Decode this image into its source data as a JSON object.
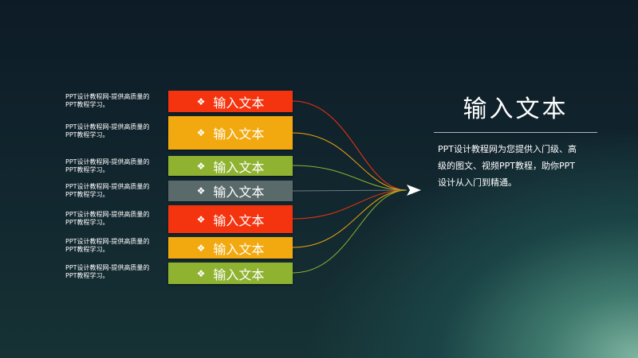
{
  "rows": [
    {
      "desc_line1": "PPT设计教程网-提供高质量的",
      "desc_line2": "PPT教程学习。",
      "label": "输入文本",
      "icon": "diamond-cluster-icon",
      "color": "#f4330f"
    },
    {
      "desc_line1": "PPT设计教程网-提供高质量的",
      "desc_line2": "PPT教程学习。",
      "label": "输入文本",
      "icon": "diamond-cluster-icon",
      "color": "#f2a90f"
    },
    {
      "desc_line1": "PPT设计教程网-提供高质量的",
      "desc_line2": "PPT教程学习。",
      "label": "输入文本",
      "icon": "diamond-cluster-icon",
      "color": "#8fb331"
    },
    {
      "desc_line1": "PPT设计教程网-提供高质量的",
      "desc_line2": "PPT教程学习。",
      "label": "输入文本",
      "icon": "diamond-cluster-icon",
      "color": "#5a6a6b"
    },
    {
      "desc_line1": "PPT设计教程网-提供高质量的",
      "desc_line2": "PPT教程学习。",
      "label": "输入文本",
      "icon": "diamond-cluster-icon",
      "color": "#f4330f"
    },
    {
      "desc_line1": "PPT设计教程网-提供高质量的",
      "desc_line2": "PPT教程学习。",
      "label": "输入文本",
      "icon": "diamond-cluster-icon",
      "color": "#f2a90f"
    },
    {
      "desc_line1": "PPT设计教程网-提供高质量的",
      "desc_line2": "PPT教程学习。",
      "label": "输入文本",
      "icon": "diamond-cluster-icon",
      "color": "#8fb331"
    }
  ],
  "summary": {
    "title": "输入文本",
    "body_line1": "PPT设计教程网为您提供入门级、高",
    "body_line2": "级的图文、视频PPT教程，助你PPT",
    "body_line3": "设计从入门到精通。"
  },
  "arrow_icon": "arrow-head-icon"
}
